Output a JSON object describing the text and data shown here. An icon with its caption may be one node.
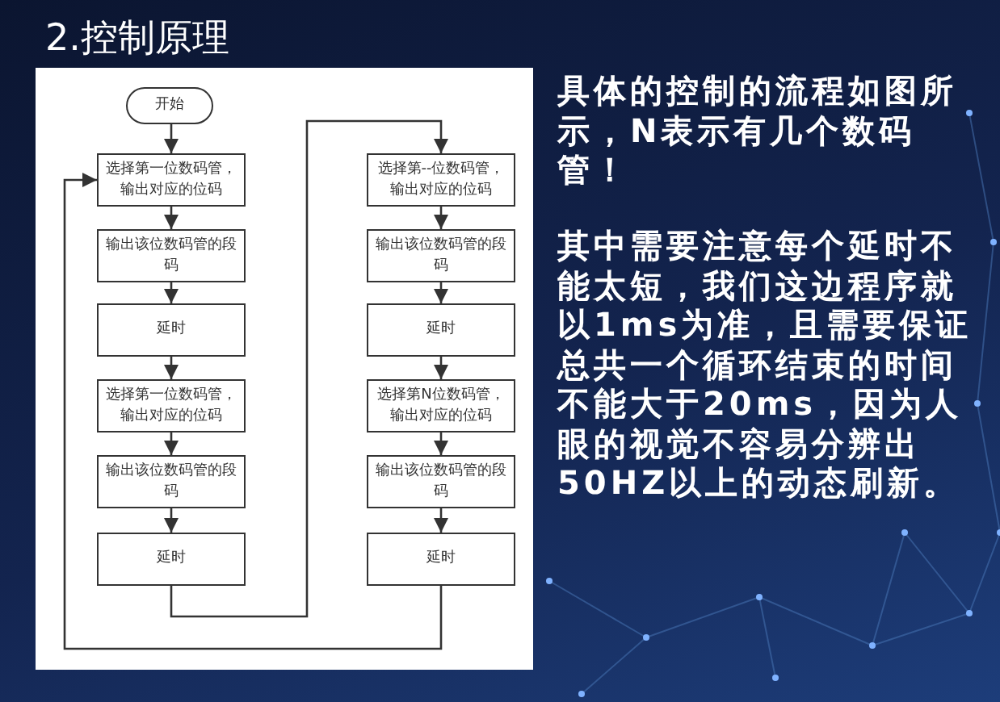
{
  "diagram": {
    "title": "2.控制原理",
    "nodes": [
      {
        "text": [
          "开始"
        ]
      },
      {
        "text": [
          "选择第一位数码管，输出对应的位码"
        ]
      },
      {
        "text": [
          "输出该位数码管的段码"
        ]
      },
      {
        "text": [
          "延时"
        ]
      },
      {
        "text": [
          "选择第一位数码管，输出对应的位码"
        ]
      },
      {
        "text": [
          "输出该位数码管的段码"
        ]
      },
      {
        "text": [
          "延时"
        ]
      },
      {
        "text": [
          "选择第--位数码管，输出对应的位码"
        ]
      },
      {
        "text": [
          "输出该位数码管的段码"
        ]
      },
      {
        "text": [
          "延时"
        ]
      },
      {
        "text": [
          "选择第N位数码管，输出对应的位码"
        ]
      },
      {
        "text": [
          "输出该位数码管的段码"
        ]
      },
      {
        "text": [
          "延时"
        ]
      }
    ],
    "edges": [
      {
        "from": 0,
        "to": 1,
        "arrow": "to"
      },
      {
        "from": 1,
        "to": 2,
        "arrow": "to"
      },
      {
        "from": 2,
        "to": 3,
        "arrow": "to"
      },
      {
        "from": 3,
        "to": 4,
        "arrow": "to"
      },
      {
        "from": 4,
        "to": 5,
        "arrow": "to"
      },
      {
        "from": 5,
        "to": 6,
        "arrow": "to"
      },
      {
        "from": 6,
        "to": 7,
        "arrow": "to"
      },
      {
        "from": 7,
        "to": 8,
        "arrow": "to"
      },
      {
        "from": 8,
        "to": 9,
        "arrow": "to"
      },
      {
        "from": 9,
        "to": 10,
        "arrow": "to"
      },
      {
        "from": 10,
        "to": 11,
        "arrow": "to"
      },
      {
        "from": 11,
        "to": 12,
        "arrow": "to"
      },
      {
        "from": 12,
        "to": 1,
        "arrow": "to"
      }
    ],
    "labels": [
      "具体的控制的流程如图所示，N表示有几个数码管！",
      "其中需要注意每个延时不能太短，我们这边程序就以1ms为准，且需要保证总共一个循环结束的时间不能大于20ms，因为人眼的视觉不容易分辨出50HZ以上的动态刷新。"
    ]
  }
}
